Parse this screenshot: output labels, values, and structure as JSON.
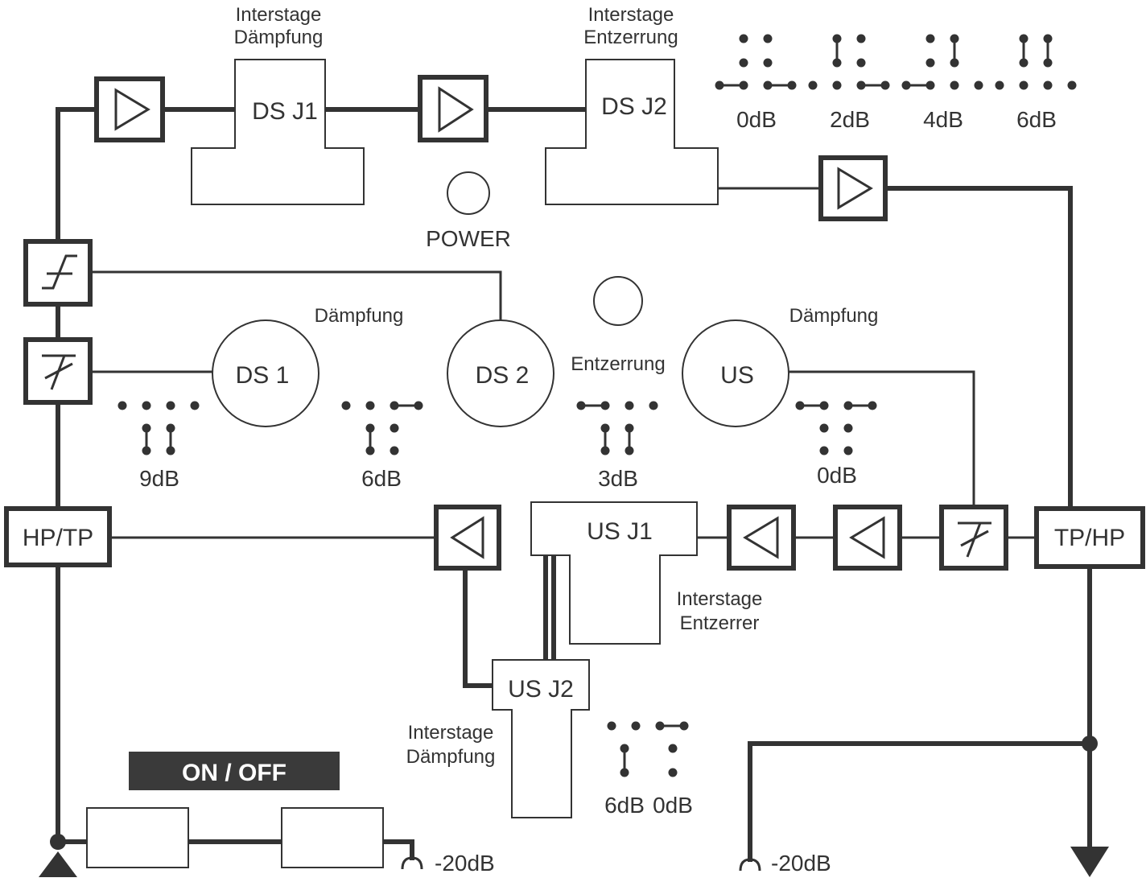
{
  "colors": {
    "ink": "#333333",
    "background": "#ffffff",
    "onoff_fill": "#3a3a3a",
    "onoff_text": "#ffffff"
  },
  "blocks": {
    "hp_tp": "HP/TP",
    "tp_hp": "TP/HP",
    "ds_j1": "DS J1",
    "ds_j2": "DS J2",
    "us_j1": "US J1",
    "us_j2": "US J2"
  },
  "knobs": {
    "ds1": "DS 1",
    "ds2": "DS 2",
    "us": "US"
  },
  "labels": {
    "interstage_1": "Interstage",
    "daempfung_top": "Dämpfung",
    "interstage_2": "Interstage",
    "entzerrung_top": "Entzerrung",
    "power": "POWER",
    "daempfung_left": "Dämpfung",
    "entzerrung_mid": "Entzerrung",
    "daempfung_right": "Dämpfung",
    "interstage_3": "Interstage",
    "entzerrer": "Entzerrer",
    "interstage_4": "Interstage",
    "daempfung_bottom": "Dämpfung",
    "onoff": "ON / OFF",
    "minus20_left": "-20dB",
    "minus20_right": "-20dB"
  },
  "jumper_legend": [
    "0dB",
    "2dB",
    "4dB",
    "6dB"
  ],
  "ds1_setting": "9dB",
  "ds2_setting": "6dB",
  "eq_setting": "3dB",
  "us_setting": "0dB",
  "us_j2_settings": [
    "6dB",
    "0dB"
  ],
  "icons": [
    "amplifier-forward-icon",
    "amplifier-reverse-icon",
    "slope-filter-icon",
    "tilt-filter-icon",
    "potentiometer-knob-icon",
    "jumper-dot-icon",
    "ground-connector-icon",
    "triangle-arrow-icon"
  ]
}
